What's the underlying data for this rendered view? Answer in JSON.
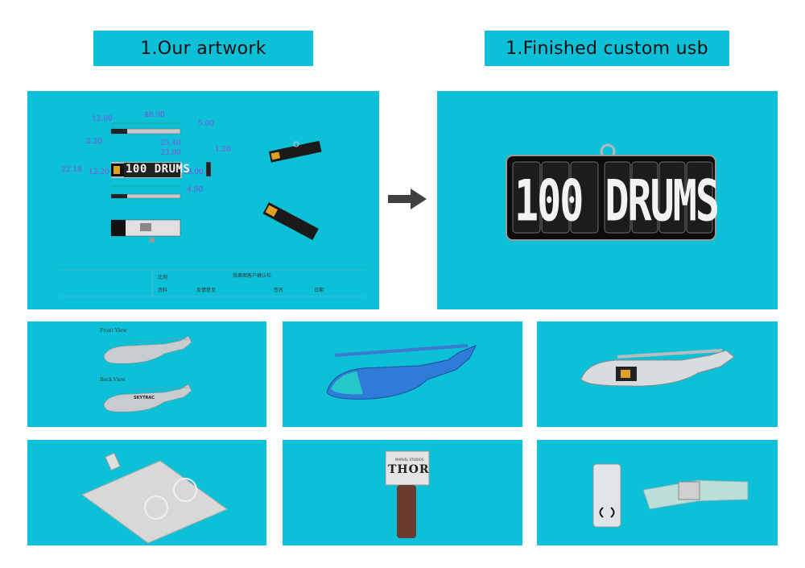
{
  "headers": {
    "left": "1.Our artwork",
    "right": "1.Finished custom usb"
  },
  "artwork": {
    "dimensions": [
      "12.00",
      "48.90",
      "5.00",
      "2.20",
      "25.40",
      "23.00",
      "1.20",
      "22.18",
      "12.20",
      "18.00",
      "4.90"
    ],
    "logo_text": "100 DRUMS",
    "table_labels": [
      "比例",
      "效果图客户确认栏",
      "资料",
      "反馈意见",
      "签名",
      "日期"
    ]
  },
  "product": {
    "logo_text": "100 DRUMS"
  },
  "helicopter_art": {
    "front_label": "Front View",
    "back_label": "Back View",
    "brand_text": "SKYTRAC"
  },
  "thor": {
    "brand_small": "MARVEL STUDIOS",
    "title": "THOR"
  },
  "colors": {
    "panel_bg": "#0cc0d8",
    "dimension_text": "#8a46d8"
  }
}
